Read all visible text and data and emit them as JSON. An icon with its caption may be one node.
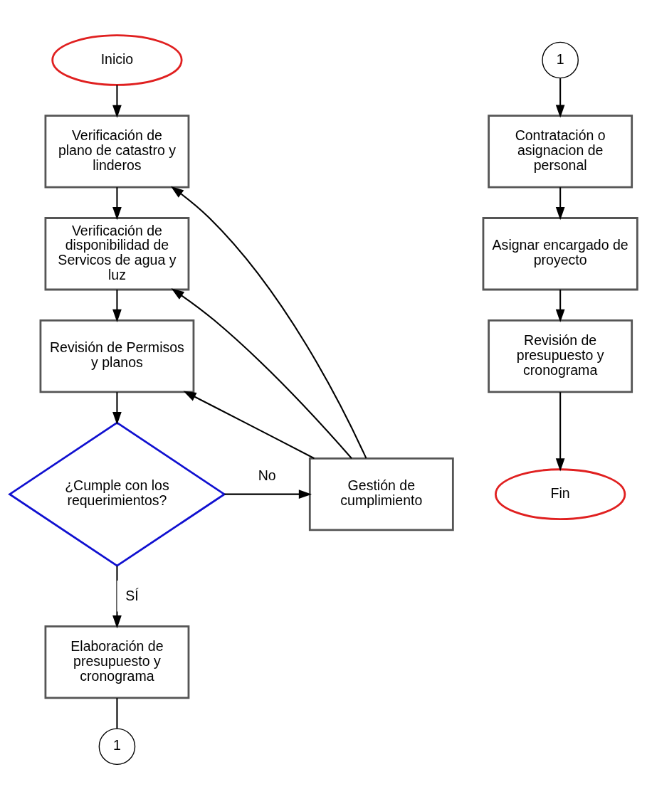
{
  "diagram": {
    "nodes": [
      {
        "text": [
          "Inicio"
        ]
      },
      {
        "text": [
          "Verificación de plano de catastro y linderos"
        ]
      },
      {
        "text": [
          "Verificación de disponibilidad de Servicos de agua y luz"
        ]
      },
      {
        "text": [
          "Revisión de Permisos y planos"
        ]
      },
      {
        "text": [
          "¿Cumple con los requerimientos?"
        ]
      },
      {
        "text": [
          "Gestión de cumplimiento"
        ]
      },
      {
        "text": [
          "Elaboración de presupuesto y cronograma"
        ]
      },
      {
        "text": [
          "1"
        ]
      },
      {
        "text": [
          "1"
        ]
      },
      {
        "text": [
          "Contratación o asignacion de personal"
        ]
      },
      {
        "text": [
          "Asignar encargado de proyecto"
        ]
      },
      {
        "text": [
          "Revisión de presupuesto y cronograma"
        ]
      },
      {
        "text": [
          "Fin"
        ]
      }
    ],
    "edges": [
      {
        "from": 0,
        "to": 1,
        "arrow": "to"
      },
      {
        "from": 1,
        "to": 2,
        "arrow": "to"
      },
      {
        "from": 2,
        "to": 3,
        "arrow": "to"
      },
      {
        "from": 3,
        "to": 4,
        "arrow": "to"
      },
      {
        "from": 4,
        "to": 5,
        "arrow": "to",
        "label": "No"
      },
      {
        "from": 5,
        "to": 1,
        "arrow": "to"
      },
      {
        "from": 5,
        "to": 2,
        "arrow": "to"
      },
      {
        "from": 5,
        "to": 3,
        "arrow": "to"
      },
      {
        "from": 4,
        "to": 6,
        "arrow": "to",
        "label": "SÍ"
      },
      {
        "from": 6,
        "to": 7,
        "arrow": "none"
      },
      {
        "from": 8,
        "to": 9,
        "arrow": "to"
      },
      {
        "from": 9,
        "to": 10,
        "arrow": "to"
      },
      {
        "from": 10,
        "to": 11,
        "arrow": "to"
      },
      {
        "from": 11,
        "to": 12,
        "arrow": "to"
      }
    ]
  }
}
